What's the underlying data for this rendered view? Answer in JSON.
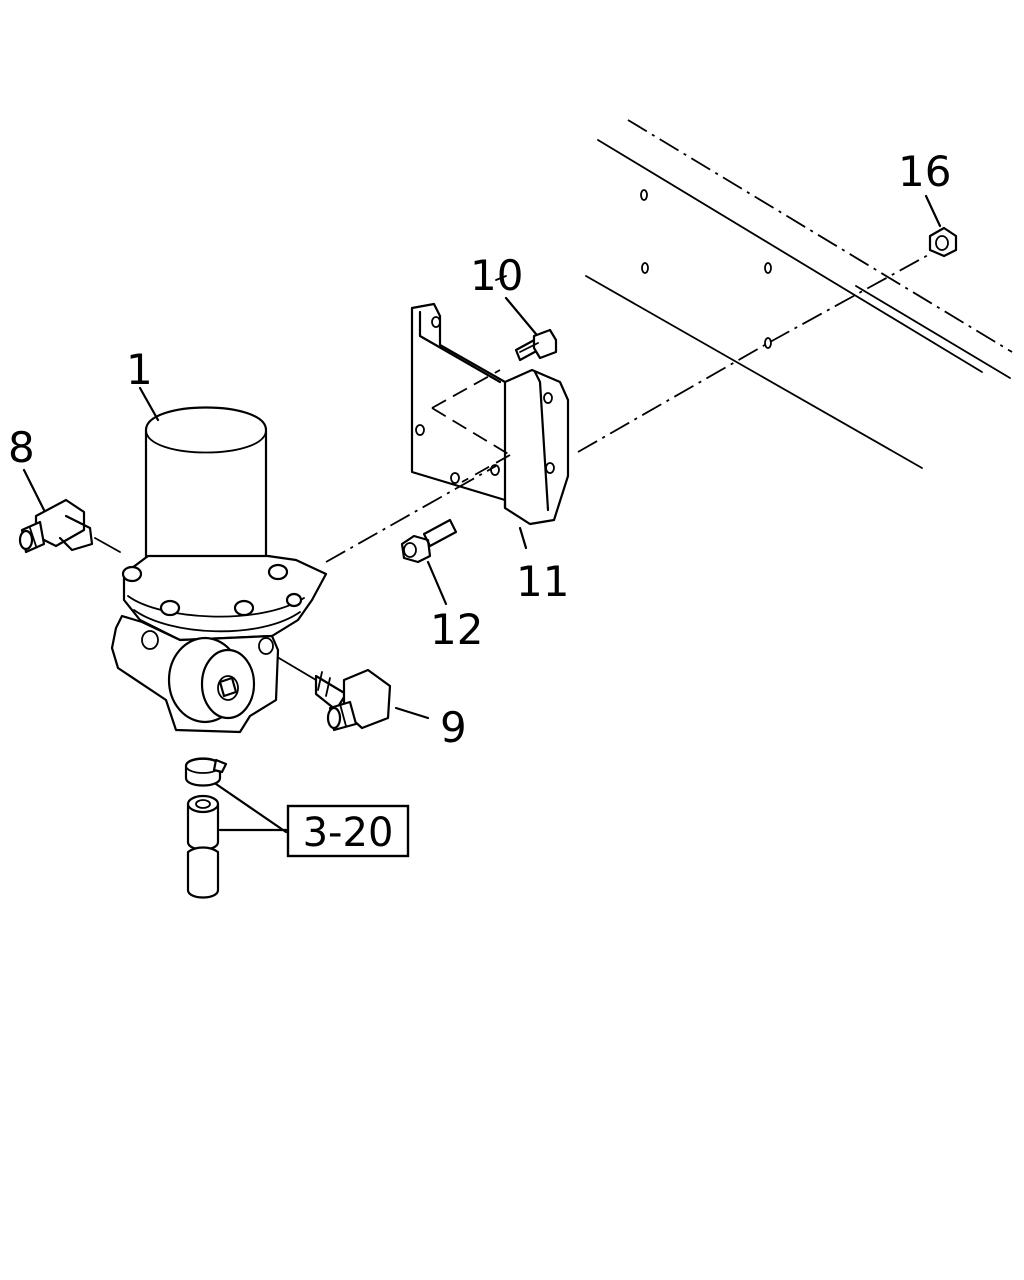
{
  "callouts": {
    "c1": "1",
    "c8": "8",
    "c9": "9",
    "c10": "10",
    "c11": "11",
    "c12": "12",
    "c16": "16"
  },
  "reference_box": {
    "label": "3-20"
  }
}
